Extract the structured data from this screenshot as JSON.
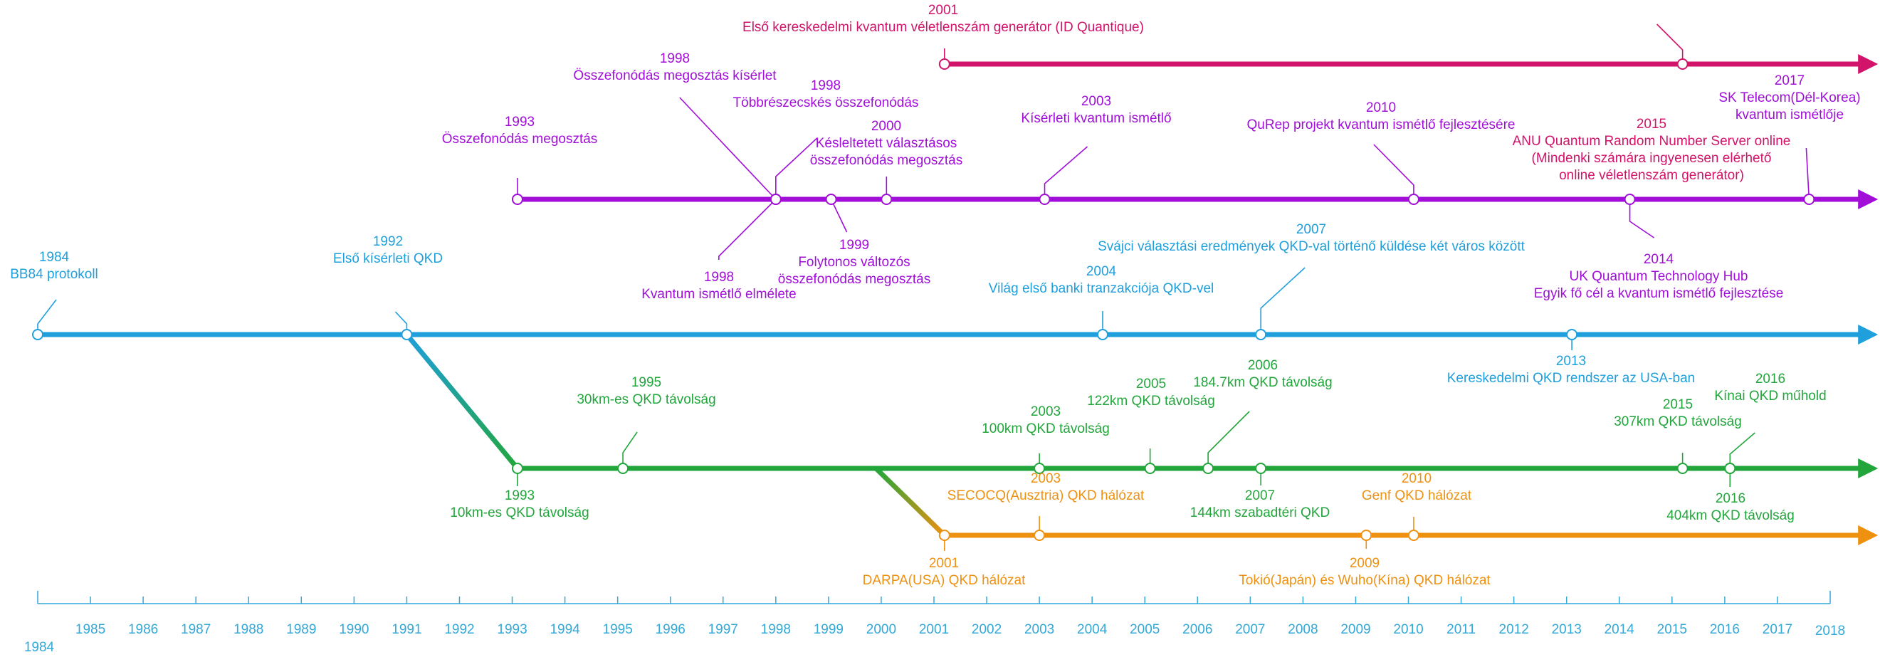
{
  "colors": {
    "magenta": "#d1136a",
    "purple": "#a00ed8",
    "blue": "#1f9fdc",
    "green": "#22a63c",
    "orange": "#ee9110",
    "axis": "#32a8d8"
  },
  "axis": {
    "start_year": 1984,
    "end_year": 2018,
    "labels": [
      "1984",
      "1985",
      "1986",
      "1987",
      "1988",
      "1989",
      "1990",
      "1991",
      "1992",
      "1993",
      "1994",
      "1995",
      "1996",
      "1997",
      "1998",
      "1999",
      "2000",
      "2001",
      "2002",
      "2003",
      "2004",
      "2005",
      "2006",
      "2007",
      "2008",
      "2009",
      "2010",
      "2011",
      "2012",
      "2013",
      "2014",
      "2015",
      "2016",
      "2017",
      "2018"
    ]
  },
  "timelines": [
    {
      "id": "magenta",
      "color_key": "magenta",
      "start": 2001.2,
      "events": [
        {
          "year_label": "2001",
          "text": [
            "Első kereskedelmi kvantum véletlenszám generátor (ID Quantique)"
          ],
          "x": 2001.2
        },
        {
          "year_label": "2015",
          "text": [
            "ANU Quantum Random Number Server online",
            "(Mindenki számára ingyenesen elérhető",
            "online véletlenszám generátor)"
          ],
          "x": 2015.2
        }
      ]
    },
    {
      "id": "purple",
      "color_key": "purple",
      "start": 1993.1,
      "events": [
        {
          "year_label": "1993",
          "text": [
            "Összefonódás megosztás"
          ],
          "x": 1993.1
        },
        {
          "year_label": "1998",
          "text": [
            "Összefonódás megosztás kísérlet"
          ],
          "x": 1998.0
        },
        {
          "year_label": "1998",
          "text": [
            "Többrészecskés összefonódás"
          ],
          "x": 1998.0
        },
        {
          "year_label": "1998",
          "text": [
            "Kvantum ismétlő elmélete"
          ],
          "x": 1998.0
        },
        {
          "year_label": "1999",
          "text": [
            "Folytonos változós",
            "összefonódás megosztás"
          ],
          "x": 1999.05
        },
        {
          "year_label": "2000",
          "text": [
            "Késleltetett választásos",
            "összefonódás megosztás"
          ],
          "x": 2000.1
        },
        {
          "year_label": "2003",
          "text": [
            "Kísérleti kvantum ismétlő"
          ],
          "x": 2003.1
        },
        {
          "year_label": "2010",
          "text": [
            "QuRep projekt kvantum ismétlő fejlesztésére"
          ],
          "x": 2010.1
        },
        {
          "year_label": "2014",
          "text": [
            "UK Quantum Technology Hub",
            "Egyik fő cél a kvantum ismétlő fejlesztése"
          ],
          "x": 2014.2
        },
        {
          "year_label": "2017",
          "text": [
            "SK Telecom(Dél-Korea)",
            "kvantum ismétlője"
          ],
          "x": 2017.6
        }
      ]
    },
    {
      "id": "blue",
      "color_key": "blue",
      "start": 1984.0,
      "events": [
        {
          "year_label": "1984",
          "text": [
            "BB84 protokoll"
          ],
          "x": 1984.0
        },
        {
          "year_label": "1992",
          "text": [
            "Első kísérleti QKD"
          ],
          "x": 1991.0
        },
        {
          "year_label": "2004",
          "text": [
            "Világ első banki tranzakciója QKD-vel"
          ],
          "x": 2004.2
        },
        {
          "year_label": "2007",
          "text": [
            "Svájci választási eredmények QKD-val történő küldése két város között"
          ],
          "x": 2007.2
        },
        {
          "year_label": "2013",
          "text": [
            "Kereskedelmi QKD rendszer az USA-ban"
          ],
          "x": 2013.1
        }
      ]
    },
    {
      "id": "green",
      "color_key": "green",
      "start": 1993.1,
      "events": [
        {
          "year_label": "1993",
          "text": [
            "10km-es QKD távolság"
          ],
          "x": 1993.1
        },
        {
          "year_label": "1995",
          "text": [
            "30km-es QKD távolság"
          ],
          "x": 1995.1
        },
        {
          "year_label": "2003",
          "text": [
            "100km QKD távolság"
          ],
          "x": 2003.0
        },
        {
          "year_label": "2005",
          "text": [
            "122km QKD távolság"
          ],
          "x": 2005.1
        },
        {
          "year_label": "2006",
          "text": [
            "184.7km QKD távolság"
          ],
          "x": 2006.2
        },
        {
          "year_label": "2007",
          "text": [
            "144km szabadtéri QKD"
          ],
          "x": 2007.2
        },
        {
          "year_label": "2015",
          "text": [
            "307km QKD távolság"
          ],
          "x": 2015.2
        },
        {
          "year_label": "2016",
          "text": [
            "Kínai QKD műhold"
          ],
          "x": 2016.1
        },
        {
          "year_label": "2016",
          "text": [
            "404km QKD távolság"
          ],
          "x": 2016.1
        }
      ]
    },
    {
      "id": "orange",
      "color_key": "orange",
      "start": 2001.2,
      "events": [
        {
          "year_label": "2001",
          "text": [
            "DARPA(USA) QKD hálózat"
          ],
          "x": 2001.2
        },
        {
          "year_label": "2003",
          "text": [
            "SECOCQ(Ausztria) QKD hálózat"
          ],
          "x": 2003.0
        },
        {
          "year_label": "2009",
          "text": [
            "Tokió(Japán) és Wuho(Kína) QKD hálózat"
          ],
          "x": 2009.2
        },
        {
          "year_label": "2010",
          "text": [
            "Genf QKD hálózat"
          ],
          "x": 2010.1
        }
      ]
    }
  ]
}
